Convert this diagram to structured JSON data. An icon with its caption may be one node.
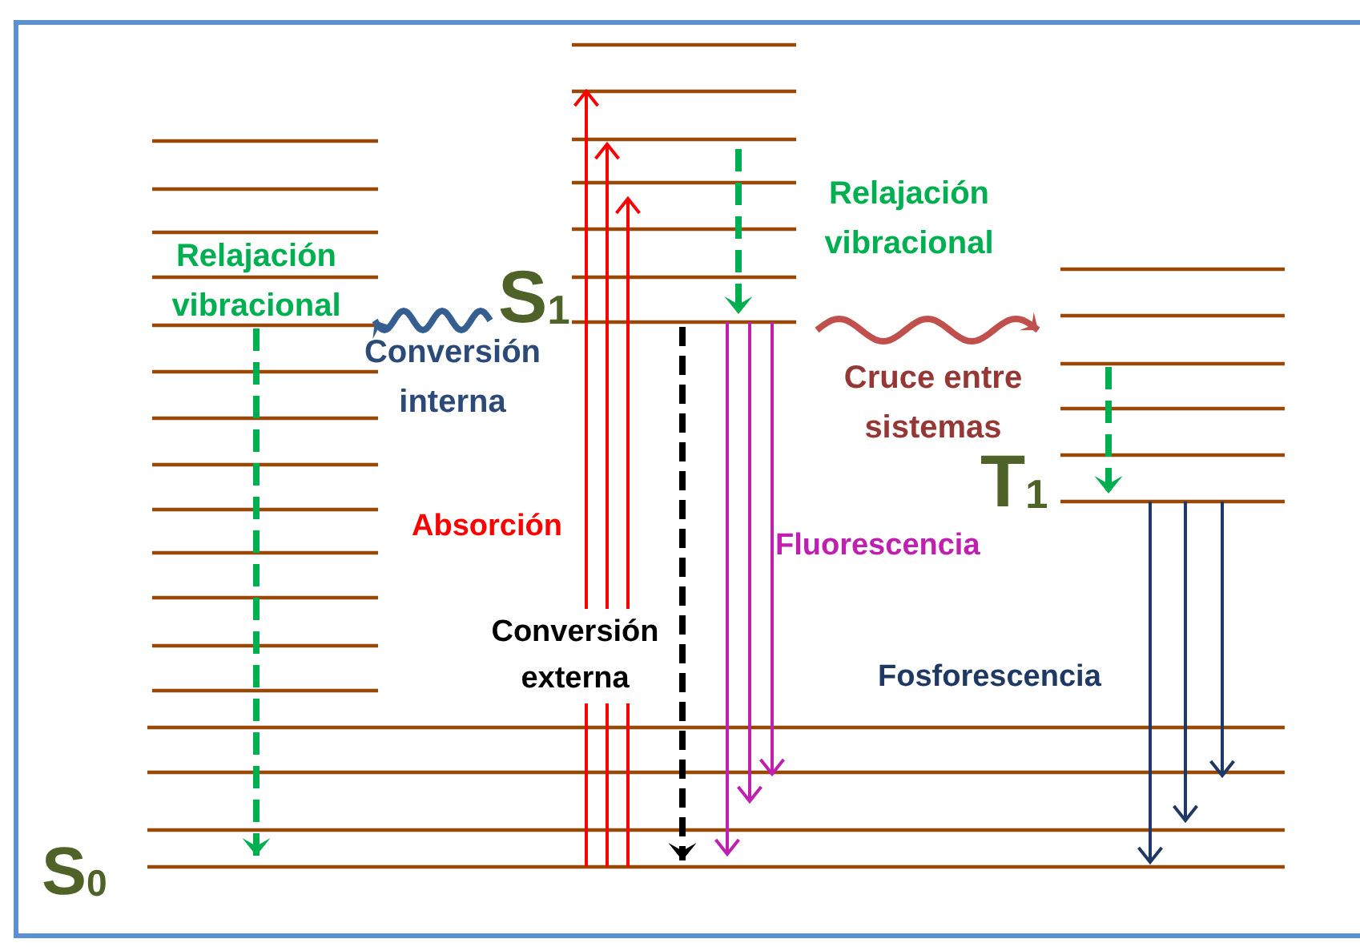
{
  "diagram": {
    "labels": [
      "Relajación vibracional",
      "Relajación vibracional",
      "S$_{1}$",
      "Conversión interna",
      "Cruce entre sistemas",
      "T$_{1}$",
      "Absorción",
      "Fluorescencia",
      "Conversión externa",
      "Fosforescencia",
      "S$_{0}$"
    ]
  }
}
